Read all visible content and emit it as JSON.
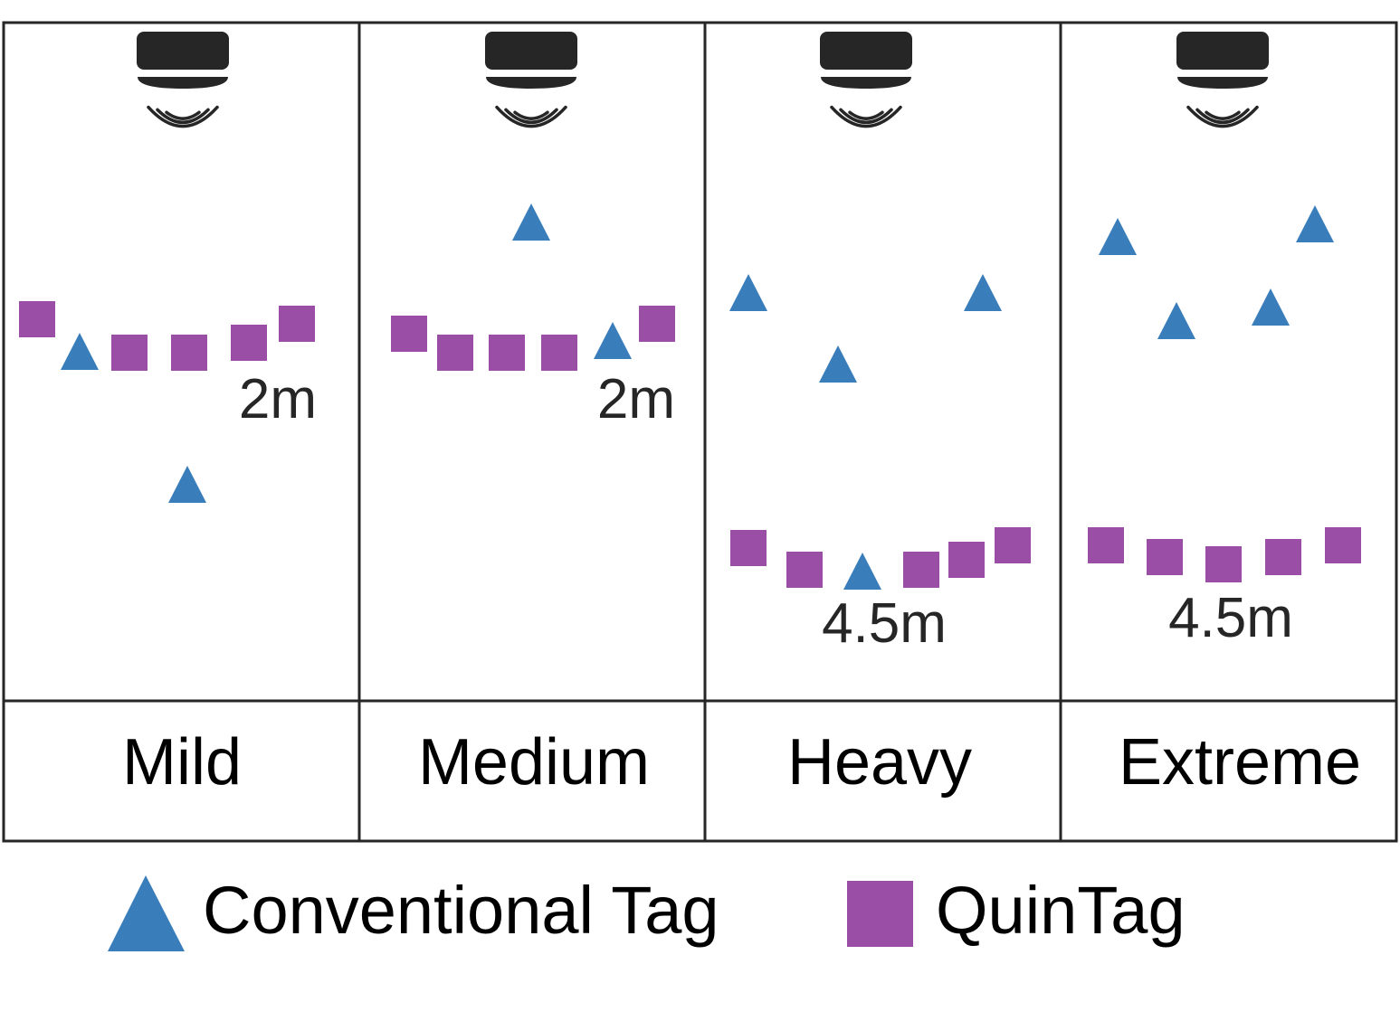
{
  "colors": {
    "conventional": "#3a7dbb",
    "quintag": "#9a4ea6",
    "reader": "#262626",
    "line": "#262626",
    "text": "#000000",
    "distance_text": "#262626"
  },
  "icons": {
    "reader": "rfid-reader-icon"
  },
  "legend": {
    "conventional_label": "Conventional Tag",
    "quintag_label": "QuinTag"
  },
  "panels": [
    {
      "label": "Mild",
      "distance": "2m",
      "conventional": [
        [
          88,
          390
        ],
        [
          207,
          537
        ]
      ],
      "quintag": [
        [
          41,
          353
        ],
        [
          143,
          390
        ],
        [
          209,
          390
        ],
        [
          275,
          379
        ],
        [
          328,
          358
        ]
      ]
    },
    {
      "label": "Medium",
      "distance": "2m",
      "conventional": [
        [
          587,
          247
        ],
        [
          677,
          378
        ]
      ],
      "quintag": [
        [
          452,
          369
        ],
        [
          503,
          390
        ],
        [
          560,
          390
        ],
        [
          618,
          390
        ],
        [
          726,
          358
        ]
      ]
    },
    {
      "label": "Heavy",
      "distance": "4.5m",
      "conventional": [
        [
          827,
          325
        ],
        [
          1086,
          325
        ],
        [
          926,
          404
        ],
        [
          953,
          633
        ]
      ],
      "quintag": [
        [
          827,
          606
        ],
        [
          889,
          630
        ],
        [
          1018,
          630
        ],
        [
          1068,
          619
        ],
        [
          1119,
          603
        ]
      ]
    },
    {
      "label": "Extreme",
      "distance": "4.5m",
      "conventional": [
        [
          1235,
          263
        ],
        [
          1453,
          249
        ],
        [
          1300,
          356
        ],
        [
          1404,
          341
        ]
      ],
      "quintag": [
        [
          1222,
          603
        ],
        [
          1287,
          616
        ],
        [
          1352,
          624
        ],
        [
          1418,
          616
        ],
        [
          1484,
          603
        ]
      ]
    }
  ]
}
